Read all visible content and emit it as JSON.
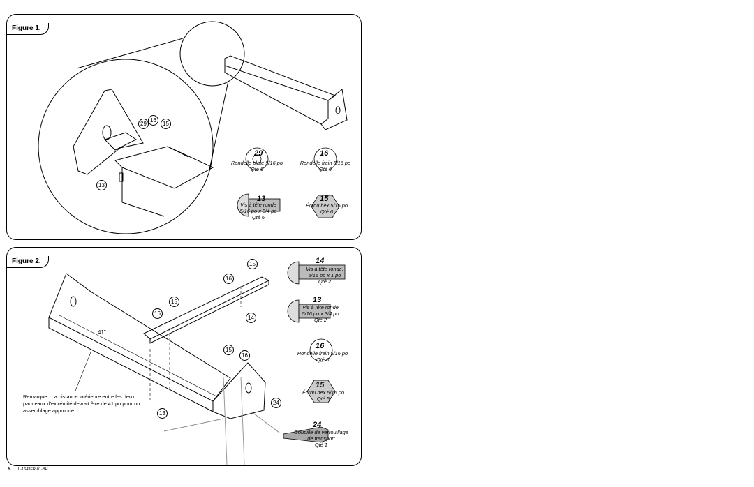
{
  "figure1": {
    "label": "Figure 1.",
    "callouts": [
      "29",
      "16",
      "15",
      "13"
    ],
    "hardware": [
      {
        "num": "29",
        "desc": "Rondelle plate 5/16 po",
        "qty": "Qté 6"
      },
      {
        "num": "16",
        "desc": "Rondelle frein 5/16 po",
        "qty": "Qté 6"
      },
      {
        "num": "13",
        "desc1": "Vis à tête ronde",
        "desc2": "5/16 po x 3/4 po",
        "qty": "Qté 6"
      },
      {
        "num": "15",
        "desc": "Écrou hex 5/16 po",
        "qty": "Qté 6"
      }
    ]
  },
  "figure2": {
    "label": "Figure 2.",
    "callouts": [
      "15",
      "16",
      "15",
      "16",
      "14",
      "15",
      "16",
      "24",
      "13"
    ],
    "dimension": "41\"",
    "note": "Remarque : La distance intérieure entre les deux panneaux d'extrémité devrait être de 41 po pour un assemblage approprié.",
    "hardware": [
      {
        "num": "14",
        "desc1": "Vis à tête ronde,",
        "desc2": "5/16 po x 1 po",
        "qty": "Qté 2"
      },
      {
        "num": "13",
        "desc1": "Vis à tête ronde",
        "desc2": "5/16 po x 3/4 po",
        "qty": "Qté 2"
      },
      {
        "num": "16",
        "desc": "Rondelle frein 5/16 po",
        "qty": "Qté 5"
      },
      {
        "num": "15",
        "desc": "Écrou hex 5/16 po",
        "qty": "Qté 5"
      },
      {
        "num": "24",
        "desc1": "Goupille de verrouillage",
        "desc2": "de transport",
        "qty": "Qté 1"
      }
    ]
  },
  "footer": {
    "page": "6.",
    "code": "L-1643FR-01-BH"
  }
}
